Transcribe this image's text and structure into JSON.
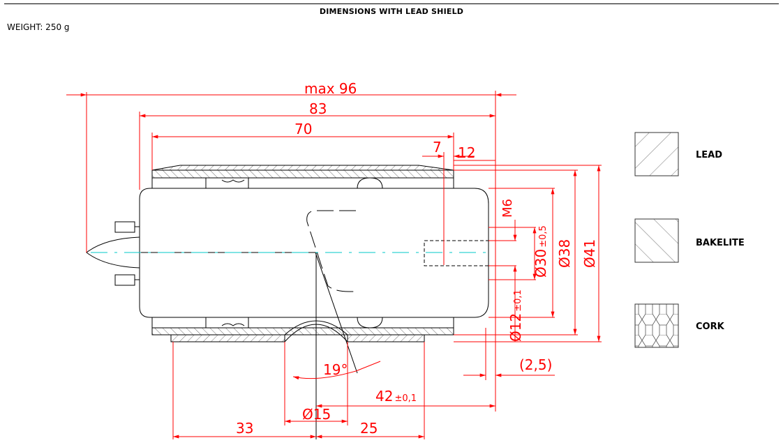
{
  "header": {
    "title": "DIMENSIONS WITH LEAD SHIELD",
    "weight": "WEIGHT: 250 g"
  },
  "dimensions": {
    "max_length": "max 96",
    "length_83": "83",
    "length_70": "70",
    "step_7": "7",
    "step_12": "12",
    "thread": "M6",
    "dia_30": "Ø30",
    "dia_30_tol": "±0,5",
    "dia_38": "Ø38",
    "dia_41": "Ø41",
    "dia_12": "Ø12",
    "dia_12_tol": "±0,1",
    "offset_2_5": "(2,5)",
    "angle": "19°",
    "dist_42": "42",
    "dist_42_tol": "±0,1",
    "dia_15": "Ø15",
    "dist_33": "33",
    "dist_25": "25"
  },
  "legend": {
    "lead": "LEAD",
    "bakelite": "BAKELITE",
    "cork": "CORK"
  },
  "colors": {
    "dimension": "#ff0000",
    "axis": "#00c8c8",
    "outline": "#000000"
  }
}
